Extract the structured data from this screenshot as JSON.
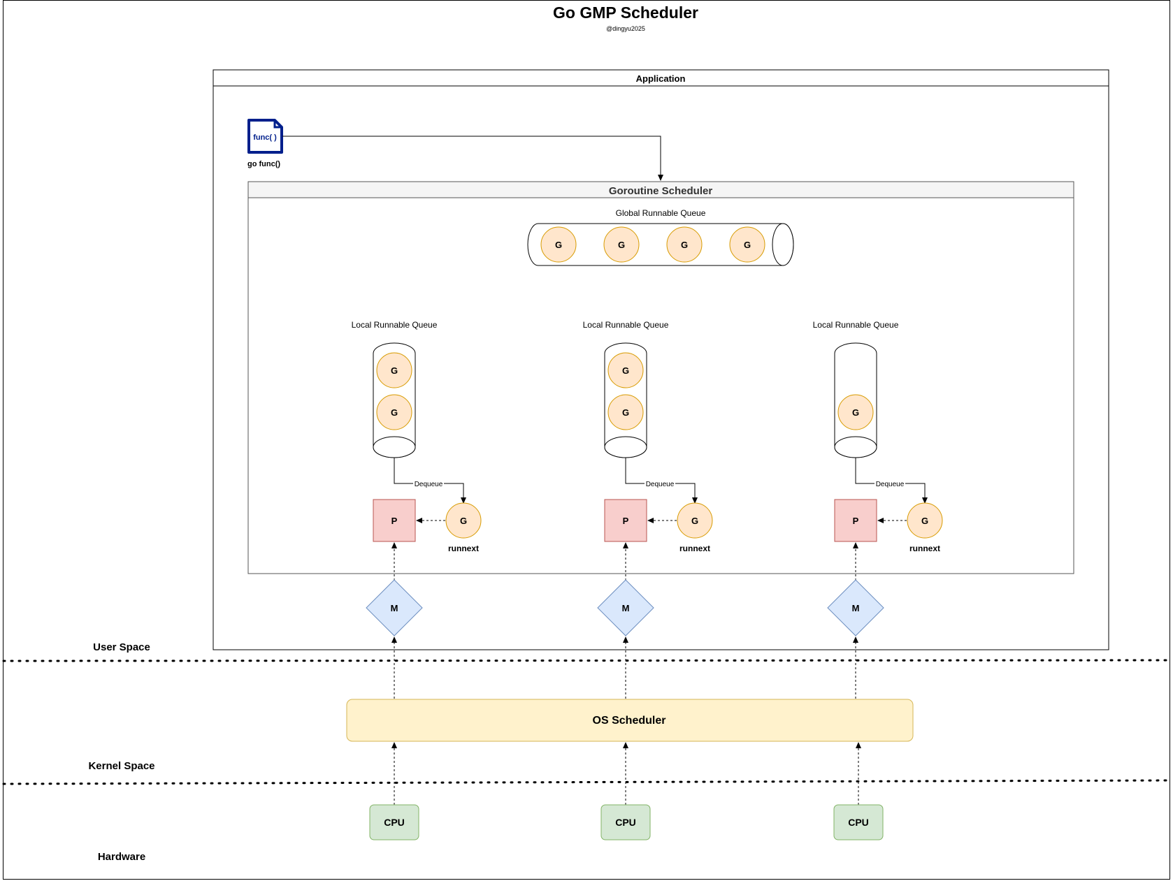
{
  "title": "Go GMP Scheduler",
  "subtitle": "@dingyu2025",
  "application": {
    "label": "Application",
    "func_icon_text": "func( )",
    "func_label": "go func()"
  },
  "scheduler": {
    "label": "Goroutine Scheduler",
    "global_queue_label": "Global Runnable Queue",
    "global_goroutines": [
      "G",
      "G",
      "G",
      "G"
    ]
  },
  "processors": [
    {
      "queue_label": "Local Runnable Queue",
      "goroutines": [
        "G",
        "G"
      ],
      "dequeue_label": "Dequeue",
      "p_label": "P",
      "runnext_g": "G",
      "runnext_label": "runnext",
      "m_label": "M",
      "cpu_label": "CPU"
    },
    {
      "queue_label": "Local Runnable Queue",
      "goroutines": [
        "G",
        "G"
      ],
      "dequeue_label": "Dequeue",
      "p_label": "P",
      "runnext_g": "G",
      "runnext_label": "runnext",
      "m_label": "M",
      "cpu_label": "CPU"
    },
    {
      "queue_label": "Local Runnable Queue",
      "goroutines": [
        "G"
      ],
      "dequeue_label": "Dequeue",
      "p_label": "P",
      "runnext_g": "G",
      "runnext_label": "runnext",
      "m_label": "M",
      "cpu_label": "CPU"
    }
  ],
  "os_scheduler_label": "OS Scheduler",
  "layers": {
    "user_space": "User Space",
    "kernel_space": "Kernel Space",
    "hardware": "Hardware"
  },
  "colors": {
    "goroutine_fill": "#ffe6cc",
    "goroutine_stroke": "#d79b00",
    "processor_fill": "#f8cecc",
    "processor_stroke": "#b85450",
    "machine_fill": "#dae8fc",
    "machine_stroke": "#6c8ebf",
    "os_scheduler_fill": "#fff2cc",
    "os_scheduler_stroke": "#d6b656",
    "cpu_fill": "#d5e8d4",
    "cpu_stroke": "#82b366",
    "func_icon": "#001f8c"
  }
}
